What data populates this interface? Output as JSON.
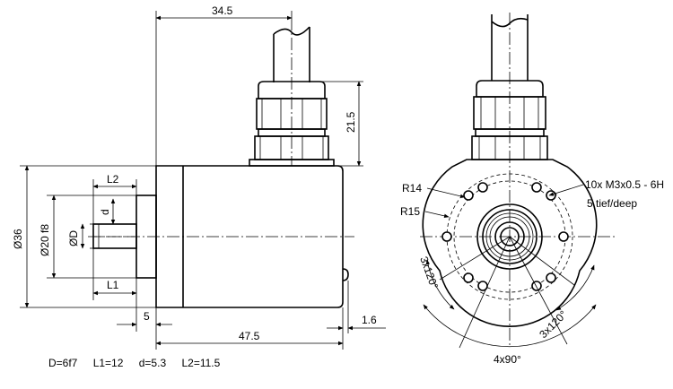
{
  "dimensions": {
    "width_total": "34.5",
    "cable_gland_height": "21.5",
    "outer_diameter": "Ø36",
    "spigot_diameter": "Ø20 f8",
    "shaft_diameter": "ØD",
    "flat_depth": "d",
    "length_l2": "L2",
    "length_l1": "L1",
    "flange_thickness": "5",
    "body_length": "47.5",
    "connector_offset": "1.6"
  },
  "front_view": {
    "radius_inner": "R14",
    "radius_outer": "R15",
    "thread_spec": "10x M3x0.5 - 6H",
    "thread_depth": "5 tief/deep",
    "angle_left": "3x120°",
    "angle_right": "3x120°",
    "angle_bottom": "4x90°"
  },
  "legend": {
    "d_value": "D=6f7",
    "l1_value": "L1=12",
    "dd_value": "d=5.3",
    "l2_value": "L2=11.5"
  }
}
